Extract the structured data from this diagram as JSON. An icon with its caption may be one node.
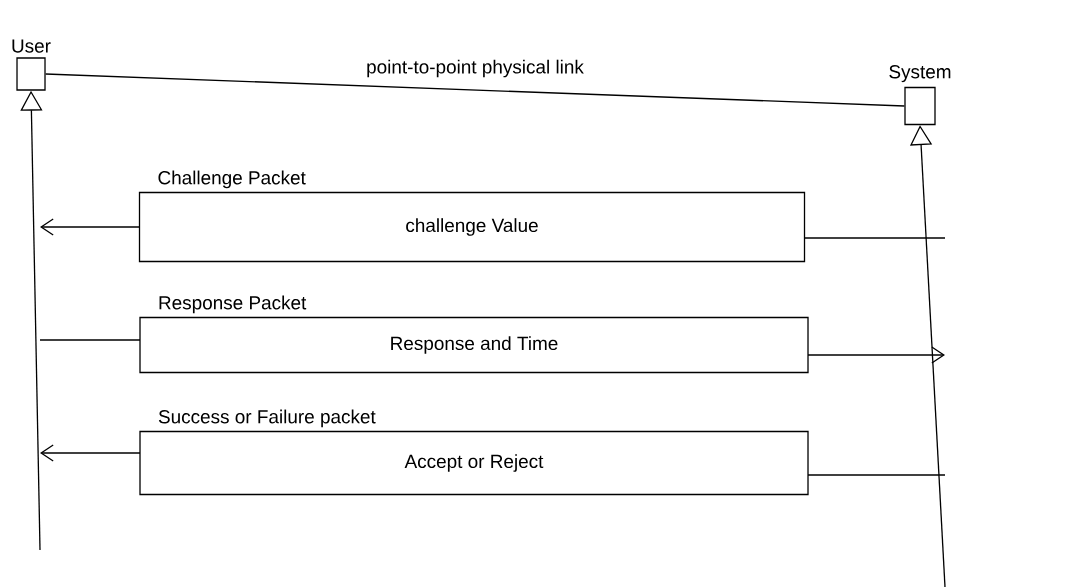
{
  "diagram": {
    "nodes": [
      {
        "text": [
          "User"
        ]
      },
      {
        "text": [
          "System"
        ]
      },
      {
        "text": [
          "Challenge Packet",
          "challenge Value"
        ]
      },
      {
        "text": [
          "Response Packet",
          "Response and Time"
        ]
      },
      {
        "text": [
          "Success or Failure packet",
          "Accept or Reject"
        ]
      }
    ],
    "edges": [
      {
        "from": 0,
        "to": 1,
        "arrow": "none",
        "label": "point-to-point physical link"
      },
      {
        "from": null,
        "to": 0,
        "arrow": "to"
      },
      {
        "from": null,
        "to": 1,
        "arrow": "to"
      },
      {
        "from": 2,
        "to": null,
        "arrow": "to"
      },
      {
        "from": null,
        "to": 2,
        "arrow": "none"
      },
      {
        "from": null,
        "to": 3,
        "arrow": "none"
      },
      {
        "from": 3,
        "to": null,
        "arrow": "to"
      },
      {
        "from": 4,
        "to": null,
        "arrow": "to"
      },
      {
        "from": null,
        "to": 4,
        "arrow": "none"
      }
    ]
  }
}
